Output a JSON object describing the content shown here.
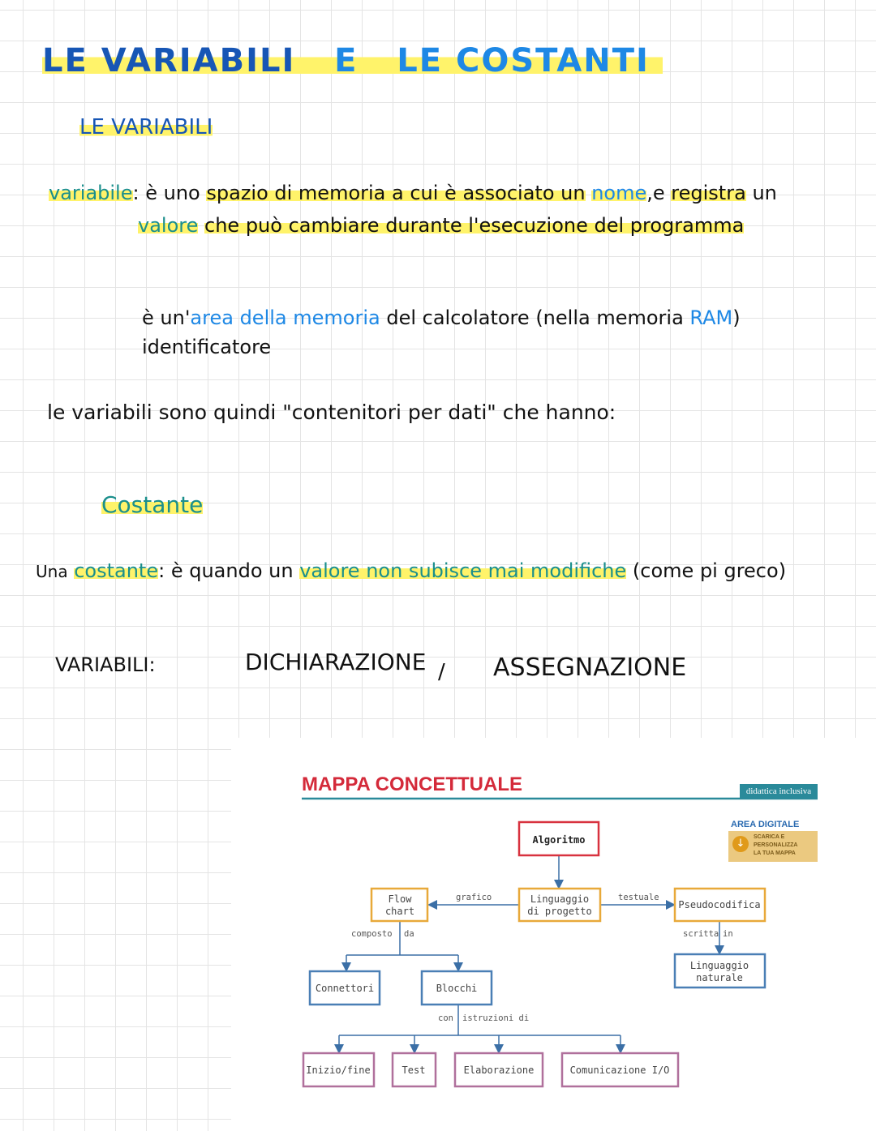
{
  "title": {
    "part1": "LE VARIABILI",
    "sep": "E",
    "part2": "LE COSTANTI"
  },
  "section_variabili": "LE VARIABILI",
  "definition": {
    "term": "variabile",
    "colon": ":",
    "line1_a": "è uno",
    "line1_b": "spazio di memoria a cui è associato un",
    "line1_nome": "nome",
    "line1_c": ",e",
    "line1_d": "registra",
    "line1_e": "un",
    "line2_valore": "valore",
    "line2_rest": "che può cambiare durante l'esecuzione del programma"
  },
  "area": {
    "a": "è un'",
    "b": "area della memoria",
    "c": "del calcolatore",
    "d": "(nella memoria",
    "e": "RAM",
    ")": ")",
    "line2": "identificatore"
  },
  "containers": "le variabili sono quindi \"contenitori per dati\" che hanno:",
  "section_costante": "Costante",
  "constant": {
    "a": "Una",
    "term": "costante",
    "b": ": è quando un",
    "c": "valore non subisce mai modifiche",
    "d": "(come pi greco)"
  },
  "ops": {
    "label": "VARIABILI:",
    "a": "DICHIARAZIONE",
    "slash": "/",
    "b": "ASSEGNAZIONE"
  },
  "concept_map": {
    "title": "MAPPA CONCETTUALE",
    "badge": "didattica inclusiva",
    "area_digitale": "AREA DIGITALE",
    "download_lines": [
      "SCARICA E",
      "PERSONALIZZA",
      "LA TUA MAPPA"
    ],
    "nodes": {
      "algoritmo": "Algoritmo",
      "linguaggio_progetto": [
        "Linguaggio",
        "di progetto"
      ],
      "flow_chart": [
        "Flow",
        "chart"
      ],
      "pseudocodifica": "Pseudocodifica",
      "linguaggio_naturale": [
        "Linguaggio",
        "naturale"
      ],
      "connettori": "Connettori",
      "blocchi": "Blocchi",
      "inizio_fine": "Inizio/fine",
      "test": "Test",
      "elaborazione": "Elaborazione",
      "comunicazione": "Comunicazione I/O"
    },
    "edges": {
      "grafico": "grafico",
      "testuale": "testuale",
      "composto": "composto",
      "da": "da",
      "scritta": "scritta",
      "in": "in",
      "con": "con",
      "istruzioni": "istruzioni di"
    },
    "colors": {
      "red": "#d8323f",
      "orange": "#e8a93a",
      "blue": "#4a7fb5",
      "purple": "#b0709c",
      "teal": "#2a8a9a",
      "arrow": "#3b6fa6"
    }
  }
}
